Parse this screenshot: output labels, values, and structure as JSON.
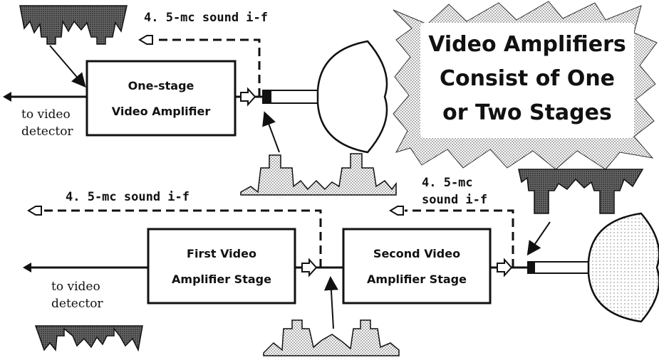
{
  "title": {
    "lines": [
      "Video Amplifiers",
      "Consist of One",
      "or Two Stages"
    ]
  },
  "top_diagram": {
    "sound_label": "4. 5-mc sound i-f",
    "detector_label_line1": "to video",
    "detector_label_line2": "detector",
    "amp_line1": "One-stage",
    "amp_line2": "Video Amplifier"
  },
  "bottom_diagram": {
    "sound_label_left": "4. 5-mc sound i-f",
    "sound_label_right_line1": "4. 5-mc",
    "sound_label_right_line2": "sound i-f",
    "detector_label_line1": "to video",
    "detector_label_line2": "detector",
    "stage1_line1": "First Video",
    "stage1_line2": "Amplifier Stage",
    "stage2_line1": "Second Video",
    "stage2_line2": "Amplifier Stage"
  },
  "colors": {
    "ink": "#111111",
    "stipple_light": "#bdbdbd",
    "stipple_dark": "#555555",
    "background": "#ffffff"
  }
}
